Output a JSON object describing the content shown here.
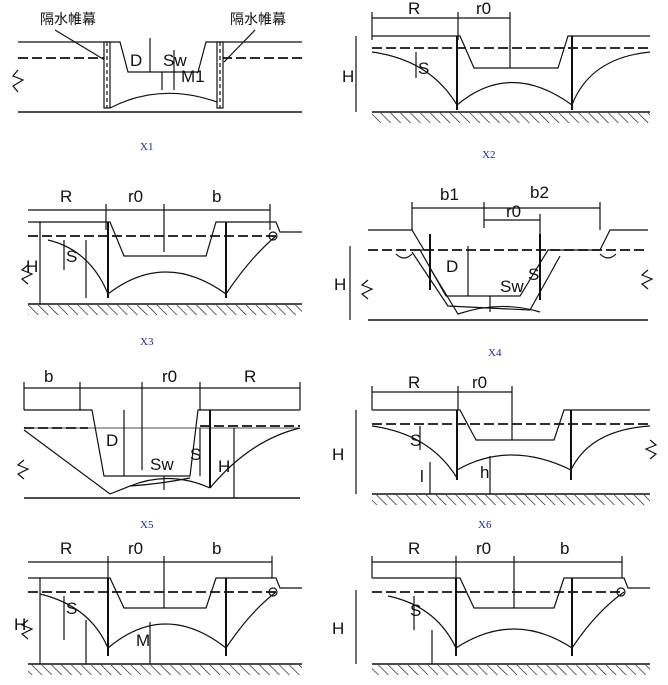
{
  "title": "",
  "curtain_label": "隔水帷幕",
  "panels": [
    {
      "caption": "X1",
      "labels": [
        "D",
        "Sw",
        "M1"
      ]
    },
    {
      "caption": "X2",
      "labels": [
        "R",
        "r0",
        "H",
        "S"
      ]
    },
    {
      "caption": "X3",
      "labels": [
        "R",
        "r0",
        "b",
        "H",
        "S"
      ]
    },
    {
      "caption": "X4",
      "labels": [
        "b1",
        "b2",
        "r0",
        "D",
        "Sw",
        "S",
        "H"
      ]
    },
    {
      "caption": "X5",
      "labels": [
        "b",
        "r0",
        "R",
        "D",
        "Sw",
        "S",
        "H"
      ]
    },
    {
      "caption": "X6",
      "labels": [
        "R",
        "r0",
        "H",
        "S",
        "l",
        "h"
      ]
    },
    {
      "caption": "",
      "labels": [
        "R",
        "r0",
        "b",
        "H",
        "S",
        "M"
      ]
    },
    {
      "caption": "",
      "labels": [
        "R",
        "r0",
        "b",
        "H",
        "S"
      ]
    }
  ]
}
